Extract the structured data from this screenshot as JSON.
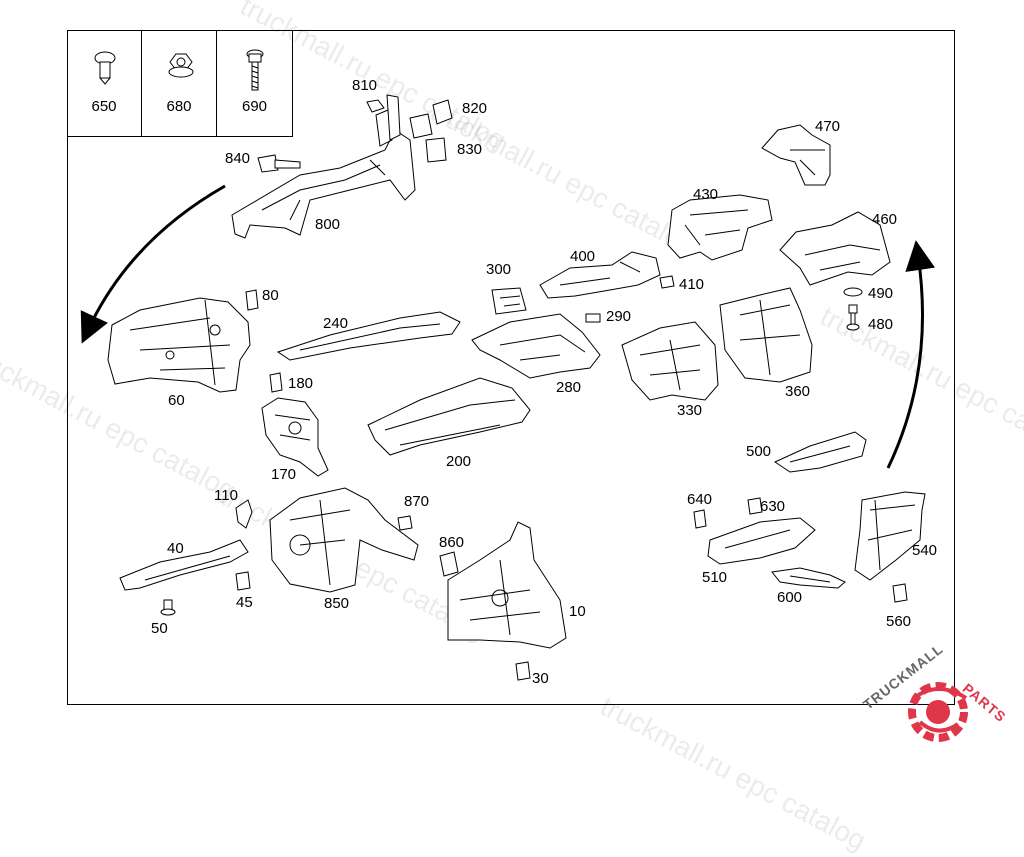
{
  "legend_items": [
    "650",
    "680",
    "690"
  ],
  "part_labels": {
    "p810": "810",
    "p820": "820",
    "p830": "830",
    "p840": "840",
    "p800": "800",
    "p470": "470",
    "p430": "430",
    "p460": "460",
    "p400": "400",
    "p410": "410",
    "p300": "300",
    "p290": "290",
    "p490": "490",
    "p480": "480",
    "p80": "80",
    "p240": "240",
    "p280": "280",
    "p330": "330",
    "p360": "360",
    "p60": "60",
    "p180": "180",
    "p200": "200",
    "p170": "170",
    "p500": "500",
    "p110": "110",
    "p870": "870",
    "p640": "640",
    "p630": "630",
    "p40": "40",
    "p860": "860",
    "p540": "540",
    "p510": "510",
    "p45": "45",
    "p850": "850",
    "p600": "600",
    "p50": "50",
    "p10": "10",
    "p560": "560",
    "p30": "30"
  },
  "watermarks": [
    "truckmall.ru epc catalog",
    "truckmall.ru epc catalog",
    "truckmall.ru epc catalog",
    "truckmall.ru epc catalog",
    "truckmall.ru epc catalog",
    "truckmall.ru epc catalog"
  ],
  "logo": {
    "text_dark": "TRUCKMALL",
    "text_accent": "PARTS",
    "accent_color": "#e0364a",
    "dark_color": "#666666"
  }
}
